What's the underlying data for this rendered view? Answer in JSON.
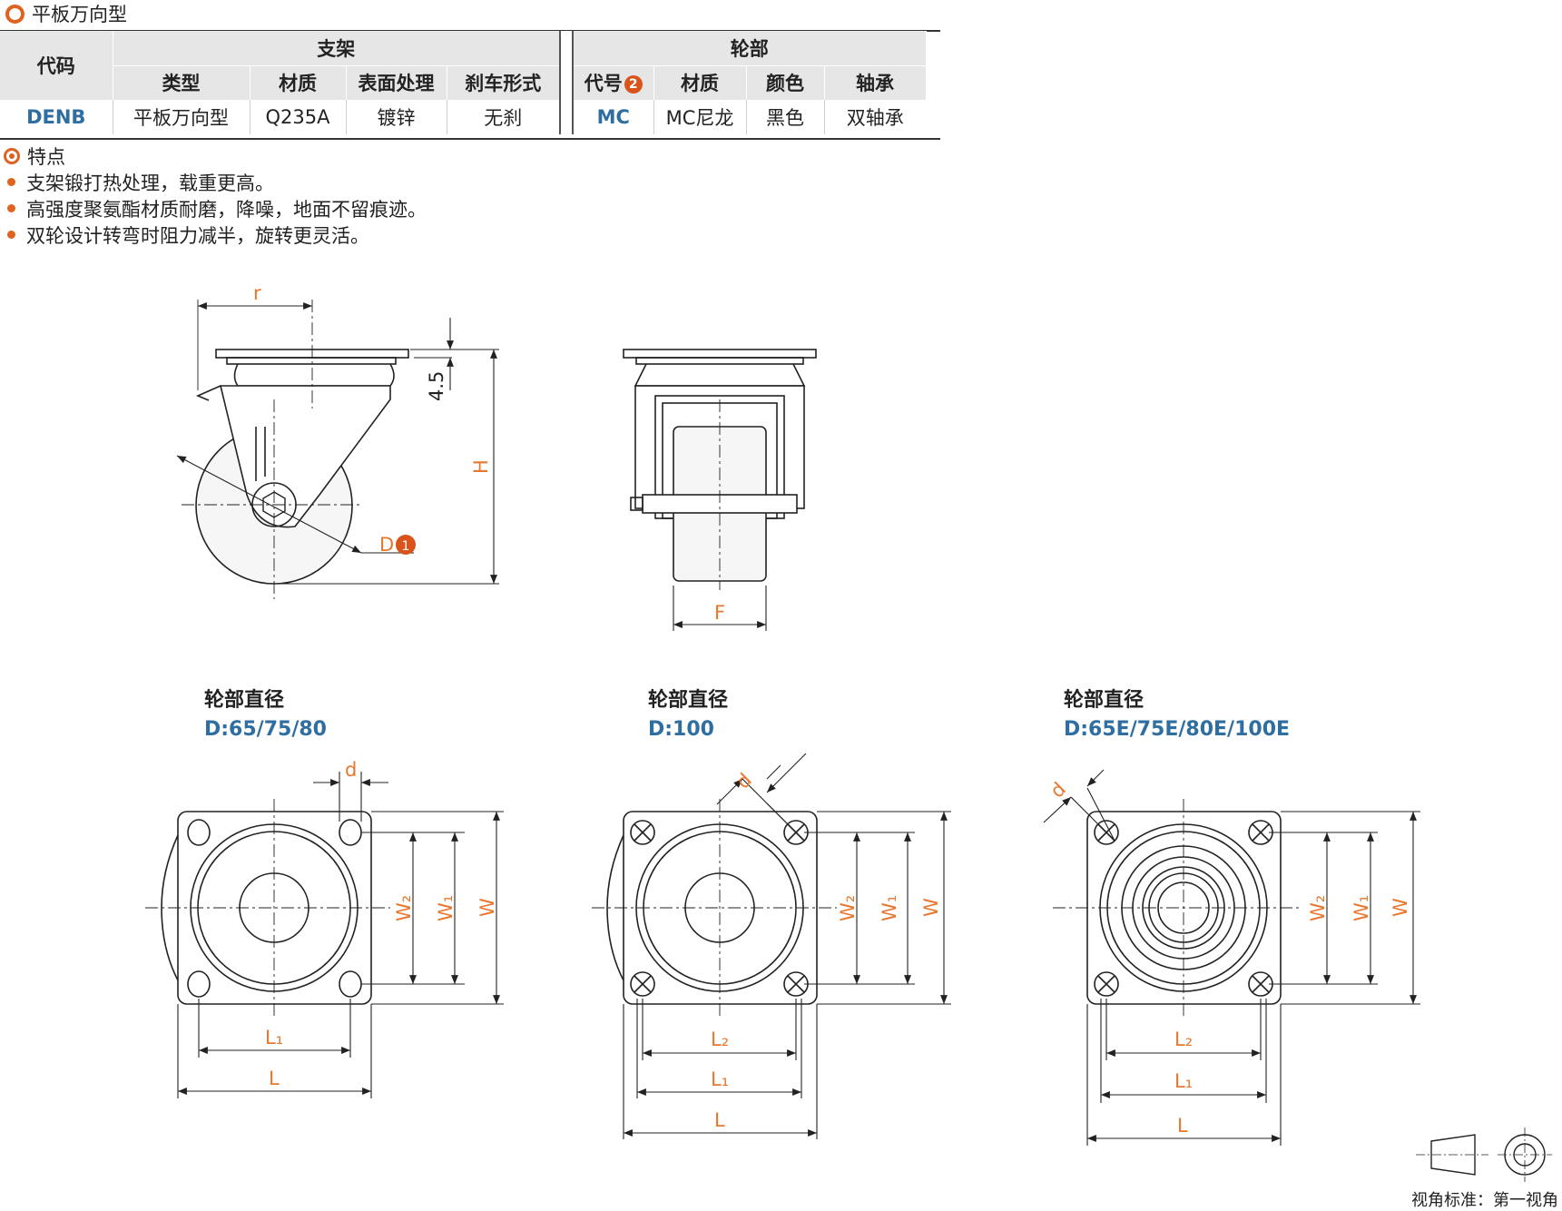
{
  "title": "平板万向型",
  "table": {
    "code_header": "代码",
    "bracket_header": "支架",
    "wheel_header": "轮部",
    "bracket_cols": [
      "类型",
      "材质",
      "表面处理",
      "刹车形式"
    ],
    "wheel_cols": [
      "代号",
      "材质",
      "颜色",
      "轴承"
    ],
    "wheel_code_mark": "2",
    "row": {
      "code": "DENB",
      "bracket": [
        "平板万向型",
        "Q235A",
        "镀锌",
        "无刹"
      ],
      "wheel_code": "MC",
      "wheel": [
        "MC尼龙",
        "黑色",
        "双轴承"
      ]
    }
  },
  "features": {
    "heading": "特点",
    "items": [
      "支架锻打热处理，载重更高。",
      "高强度聚氨酯材质耐磨，降噪，地面不留痕迹。",
      "双轮设计转弯时阻力减半，旋转更灵活。"
    ]
  },
  "side_view": {
    "r": "r",
    "dim45": "4.5",
    "H": "H",
    "D": "D",
    "D_mark": "1"
  },
  "front_view": {
    "F": "F"
  },
  "top_views": [
    {
      "caption": "轮部直径",
      "d_label": "D:65/75/80",
      "d": "d",
      "W2": "W₂",
      "W1": "W₁",
      "W": "W",
      "L1": "L₁",
      "L": "L"
    },
    {
      "caption": "轮部直径",
      "d_label": "D:100",
      "d": "d",
      "W2": "W₂",
      "W1": "W₁",
      "W": "W",
      "L2": "L₂",
      "L1": "L₁",
      "L": "L"
    },
    {
      "caption": "轮部直径",
      "d_label": "D:65E/75E/80E/100E",
      "d": "d",
      "W2": "W₂",
      "W1": "W₁",
      "W": "W",
      "L2": "L₂",
      "L1": "L₁",
      "L": "L"
    }
  ],
  "view_standard": "视角标准：第一视角",
  "colors": {
    "accent": "#e0621f",
    "code_blue": "#2f6ea0",
    "dim_orange": "#e8772e"
  }
}
